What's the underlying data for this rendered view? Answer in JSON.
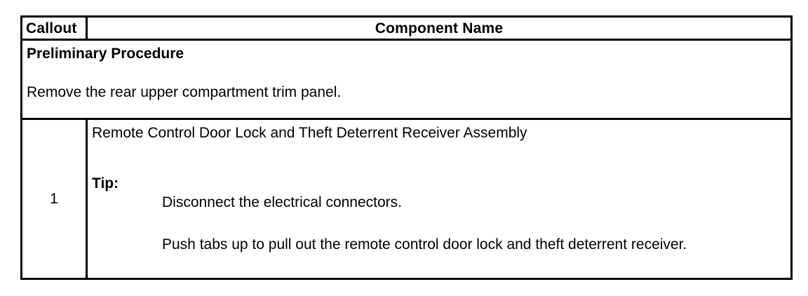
{
  "document": {
    "type": "service-procedure-table",
    "background_color": "#ffffff",
    "text_color": "#000000",
    "border_color": "#000000"
  },
  "table": {
    "header": {
      "callout_label": "Callout",
      "component_label": "Component Name"
    },
    "preliminary": {
      "title": "Preliminary Procedure",
      "body": "Remove the rear upper compartment trim panel."
    },
    "component_row": {
      "callout_number": "1",
      "component_name": "Remote Control Door Lock and Theft Deterrent Receiver Assembly",
      "tip_label": "Tip:",
      "tip_items": [
        "Disconnect the electrical connectors.",
        "Push tabs up to pull out the remote control door lock and theft deterrent receiver."
      ]
    }
  }
}
